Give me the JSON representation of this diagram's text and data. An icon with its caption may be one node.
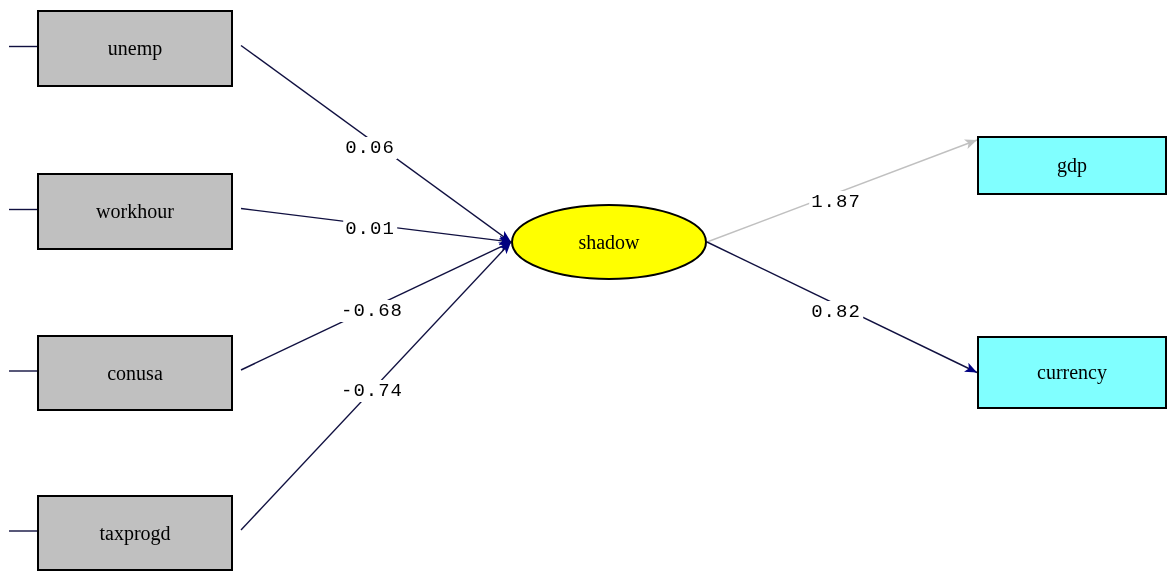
{
  "diagram": {
    "nodes": [
      {
        "text": [
          "unemp"
        ]
      },
      {
        "text": [
          "workhour"
        ]
      },
      {
        "text": [
          "conusa"
        ]
      },
      {
        "text": [
          "taxprogd"
        ]
      },
      {
        "text": [
          "shadow"
        ]
      },
      {
        "text": [
          "gdp"
        ]
      },
      {
        "text": [
          "currency"
        ]
      }
    ],
    "edges": [
      {
        "from": null,
        "to": 0,
        "arrow": "none"
      },
      {
        "from": null,
        "to": 1,
        "arrow": "none"
      },
      {
        "from": null,
        "to": 2,
        "arrow": "none"
      },
      {
        "from": null,
        "to": 3,
        "arrow": "none"
      },
      {
        "from": 0,
        "to": 4,
        "arrow": "to",
        "label": "0.06"
      },
      {
        "from": 1,
        "to": 4,
        "arrow": "to",
        "label": "0.01"
      },
      {
        "from": 2,
        "to": 4,
        "arrow": "to",
        "label": "-0.68"
      },
      {
        "from": 3,
        "to": 4,
        "arrow": "to",
        "label": "-0.74"
      },
      {
        "from": 4,
        "to": 5,
        "arrow": "to",
        "label": "1.87",
        "color": "#c0c0c0"
      },
      {
        "from": 4,
        "to": 6,
        "arrow": "to",
        "label": "0.82"
      }
    ]
  }
}
